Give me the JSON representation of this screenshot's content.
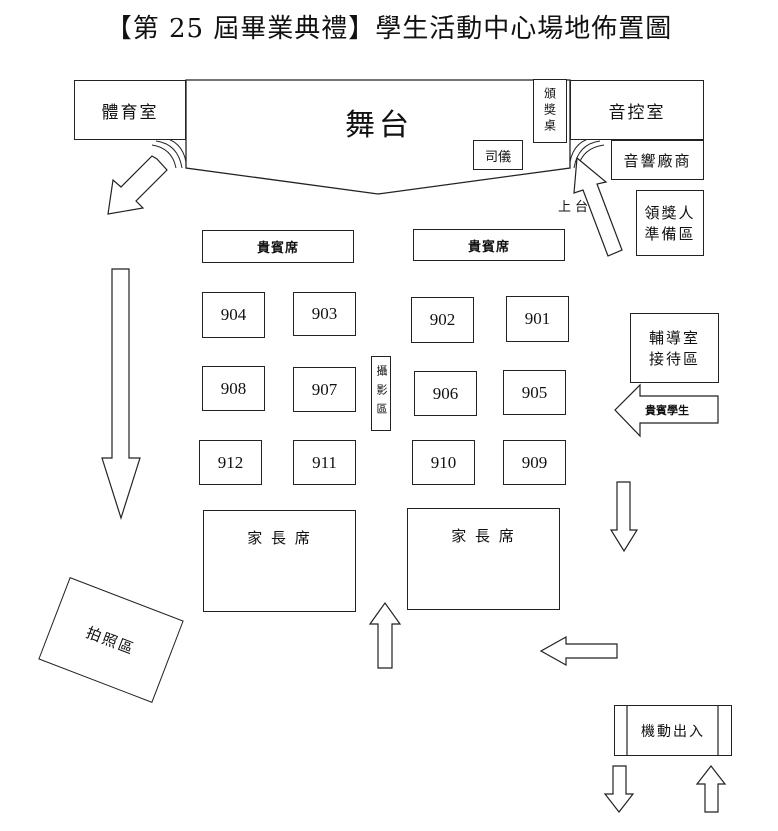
{
  "title": "【第 25 屆畢業典禮】學生活動中心場地佈置圖",
  "stage": {
    "label": "舞台",
    "mc": "司儀",
    "award_table": "頒獎桌",
    "go_on_stage": "上台"
  },
  "rooms": {
    "gym": "體育室",
    "sound_control": "音控室",
    "sound_vendor": "音響廠商",
    "award_prep_line1": "領獎人",
    "award_prep_line2": "準備區",
    "counseling_line1": "輔導室",
    "counseling_line2": "接待區",
    "photo_zone": "拍照區",
    "vehicle": "機動出入"
  },
  "vip_seats": [
    "貴賓席",
    "貴賓席"
  ],
  "vip_students": "貴賓學生",
  "photography": "攝影區",
  "parent_seats": [
    "家 長 席",
    "家 長 席"
  ],
  "classes": [
    "901",
    "902",
    "903",
    "904",
    "905",
    "906",
    "907",
    "908",
    "909",
    "910",
    "911",
    "912"
  ]
}
